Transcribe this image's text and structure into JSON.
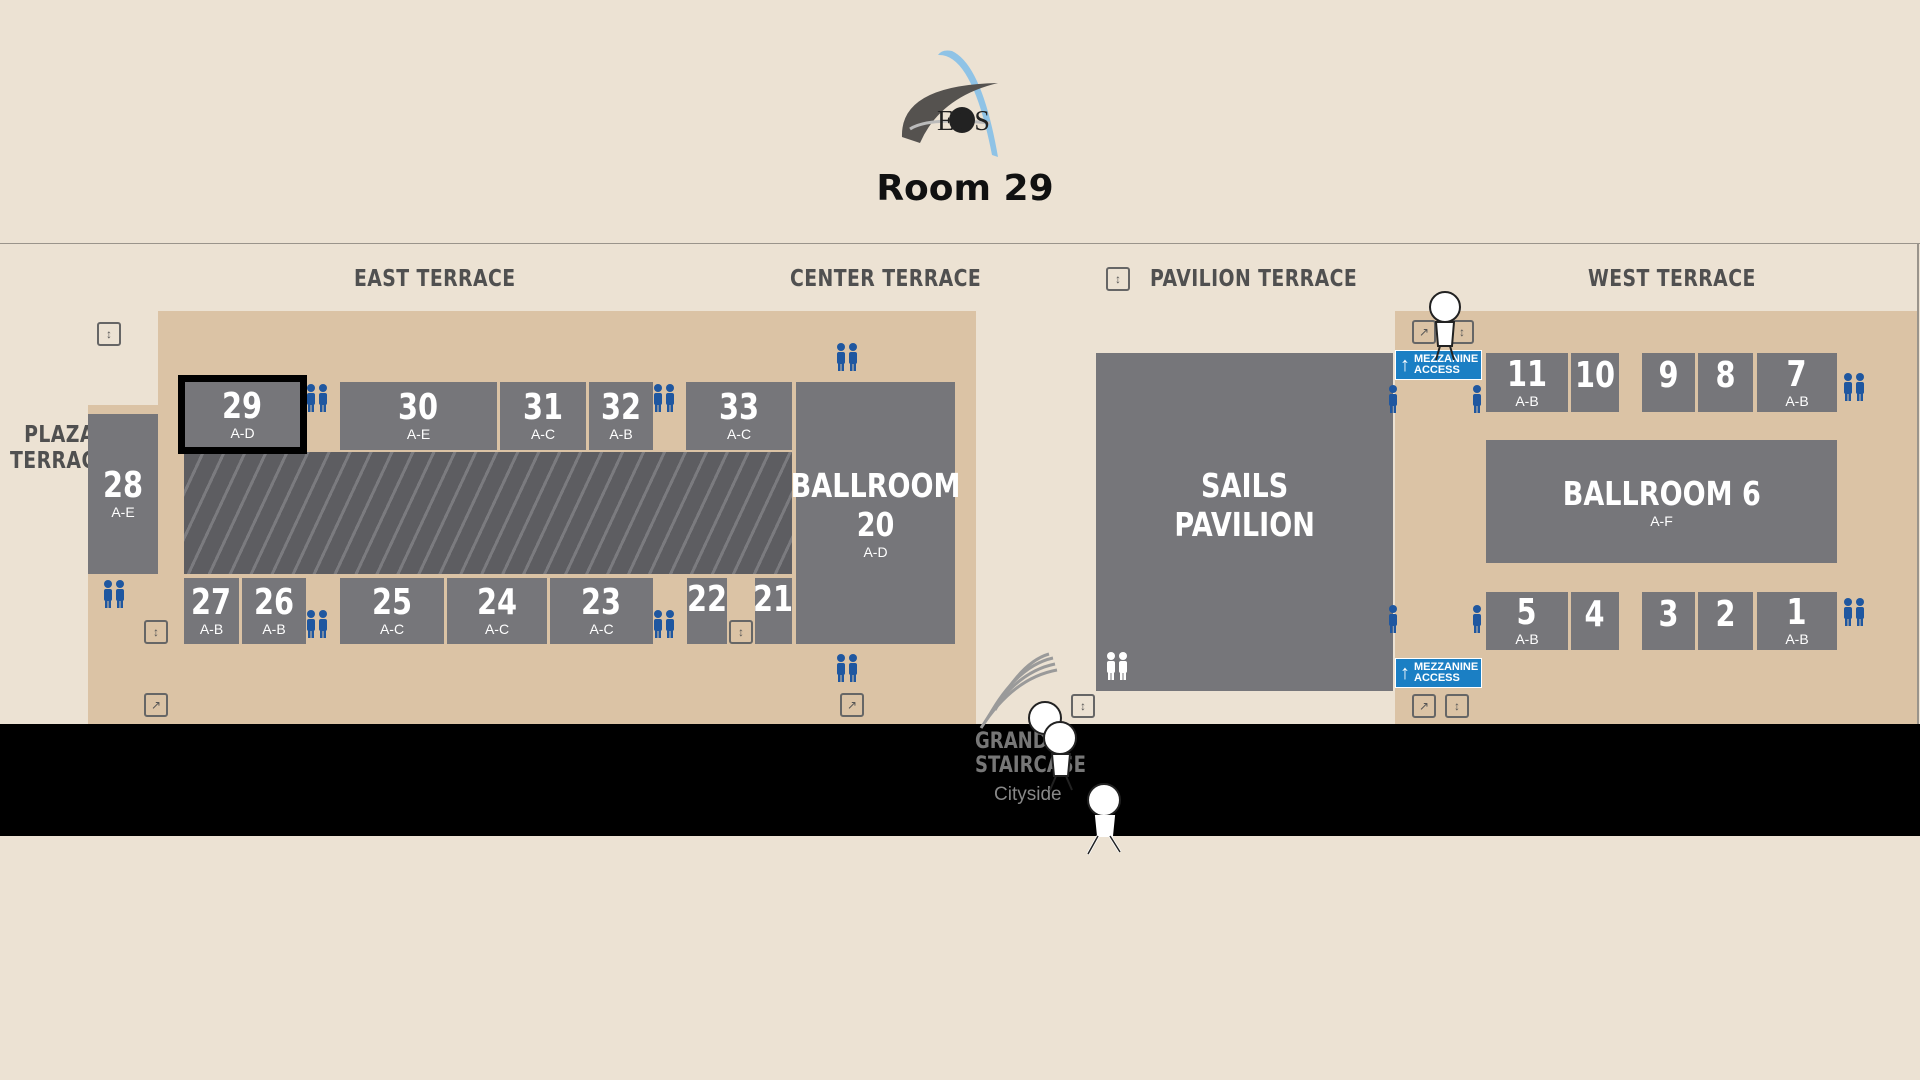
{
  "logo": {
    "text": "EOS"
  },
  "page_title": "Room 29",
  "terraces": {
    "plaza": "PLAZA\nTERRACE",
    "east": "EAST TERRACE",
    "center": "CENTER TERRACE",
    "pavilion": "PAVILION TERRACE",
    "west": "WEST TERRACE"
  },
  "rooms": {
    "r28": {
      "num": "28",
      "sub": "A-E"
    },
    "r29": {
      "num": "29",
      "sub": "A-D"
    },
    "r30": {
      "num": "30",
      "sub": "A-E"
    },
    "r31": {
      "num": "31",
      "sub": "A-C"
    },
    "r32": {
      "num": "32",
      "sub": "A-B"
    },
    "r33": {
      "num": "33",
      "sub": "A-C"
    },
    "r27": {
      "num": "27",
      "sub": "A-B"
    },
    "r26": {
      "num": "26",
      "sub": "A-B"
    },
    "r25": {
      "num": "25",
      "sub": "A-C"
    },
    "r24": {
      "num": "24",
      "sub": "A-C"
    },
    "r23": {
      "num": "23",
      "sub": "A-C"
    },
    "r22": {
      "num": "22",
      "sub": ""
    },
    "r21": {
      "num": "21",
      "sub": ""
    },
    "ballroom20": {
      "name": "BALLROOM\n20",
      "sub": "A-D"
    },
    "sails": {
      "name": "SAILS\nPAVILION"
    },
    "ballroom6": {
      "name": "BALLROOM 6",
      "sub": "A-F"
    },
    "r11": {
      "num": "11",
      "sub": "A-B"
    },
    "r10": {
      "num": "10",
      "sub": ""
    },
    "r9": {
      "num": "9",
      "sub": ""
    },
    "r8": {
      "num": "8",
      "sub": ""
    },
    "r7": {
      "num": "7",
      "sub": "A-B"
    },
    "r5": {
      "num": "5",
      "sub": "A-B"
    },
    "r4": {
      "num": "4",
      "sub": ""
    },
    "r3": {
      "num": "3",
      "sub": ""
    },
    "r2": {
      "num": "2",
      "sub": ""
    },
    "r1": {
      "num": "1",
      "sub": "A-B"
    }
  },
  "mezzanine_access": "MEZZANINE\nACCESS",
  "grand_staircase": {
    "label": "GRAND\nSTAIRCASE",
    "sub": "Cityside"
  },
  "highlighted_room": "29",
  "colors": {
    "background": "#ece2d3",
    "floor": "#dbc3a5",
    "room": "#76767a",
    "restroom_icon": "#1f57a0",
    "mezzanine": "#1b7fc4",
    "band": "#000000"
  }
}
